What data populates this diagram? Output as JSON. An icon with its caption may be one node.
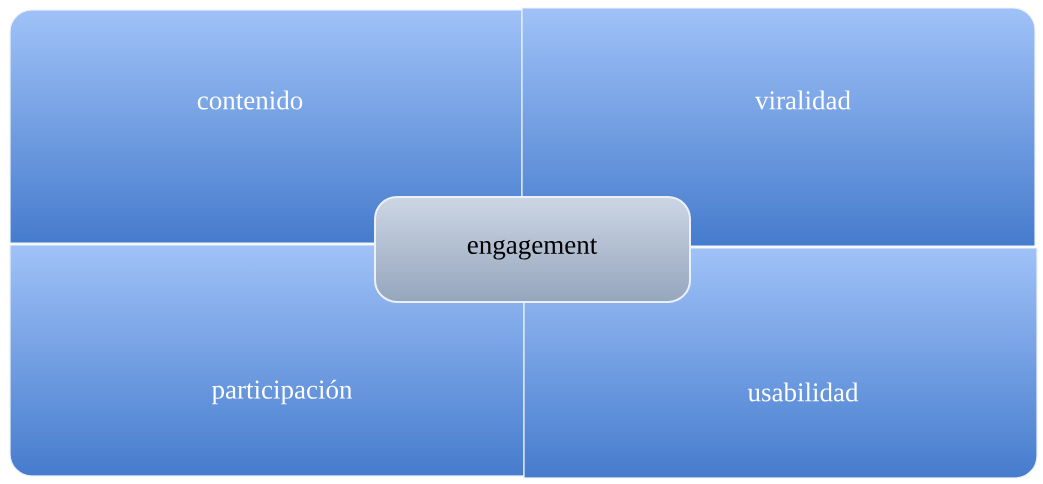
{
  "diagram": {
    "nodes": [
      {
        "text": [
          "contenido"
        ]
      },
      {
        "text": [
          "viralidad"
        ]
      },
      {
        "text": [
          "engagement"
        ]
      },
      {
        "text": [
          "participación"
        ]
      },
      {
        "text": [
          "usabilidad"
        ]
      }
    ]
  }
}
